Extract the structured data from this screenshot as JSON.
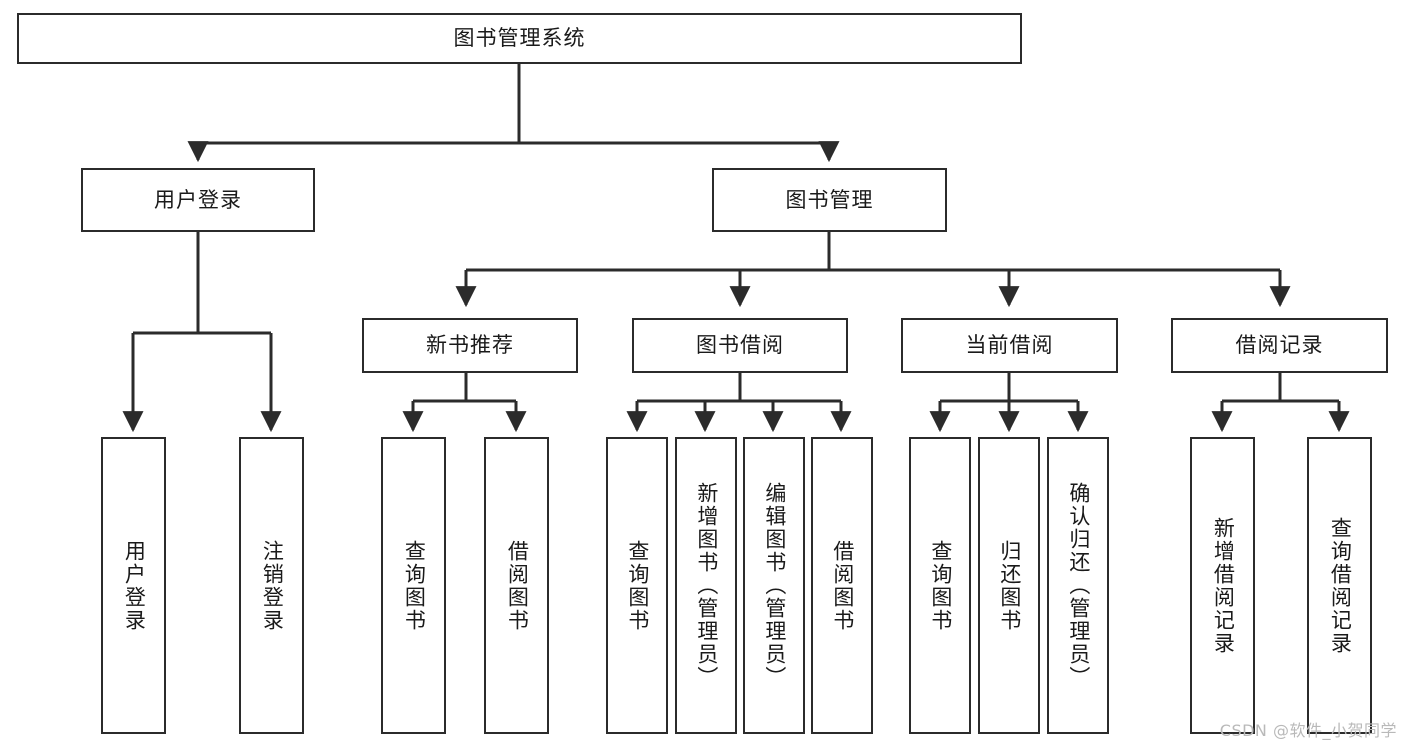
{
  "diagram": {
    "title": "图书管理系统",
    "watermark": "CSDN @软件_小贺同学",
    "colors": {
      "node_border": "#2b2b2b",
      "node_fill": "#ffffff",
      "edge": "#2b2b2b",
      "text": "#1a1a1a",
      "background": "#ffffff",
      "watermark": "#b9b9b9"
    },
    "nodes": {
      "root": {
        "label": "图书管理系统"
      },
      "level2": [
        {
          "id": "user-login",
          "label": "用户登录"
        },
        {
          "id": "book-manage",
          "label": "图书管理"
        }
      ],
      "level3": [
        {
          "id": "new-book-recommend",
          "label": "新书推荐"
        },
        {
          "id": "book-borrow",
          "label": "图书借阅"
        },
        {
          "id": "current-borrow",
          "label": "当前借阅"
        },
        {
          "id": "borrow-record",
          "label": "借阅记录"
        }
      ],
      "leaves": {
        "user-login": [
          {
            "id": "leaf-user-login",
            "label": "用户登录"
          },
          {
            "id": "leaf-logout-login",
            "label": "注销登录"
          }
        ],
        "new-book-recommend": [
          {
            "id": "leaf-query-book-1",
            "label": "查询图书"
          },
          {
            "id": "leaf-borrow-book-1",
            "label": "借阅图书"
          }
        ],
        "book-borrow": [
          {
            "id": "leaf-query-book-2",
            "label": "查询图书"
          },
          {
            "id": "leaf-add-book",
            "label": "新增图书（管理员）"
          },
          {
            "id": "leaf-edit-book",
            "label": "编辑图书（管理员）"
          },
          {
            "id": "leaf-borrow-book-2",
            "label": "借阅图书"
          }
        ],
        "current-borrow": [
          {
            "id": "leaf-query-book-3",
            "label": "查询图书"
          },
          {
            "id": "leaf-return-book",
            "label": "归还图书"
          },
          {
            "id": "leaf-confirm-return",
            "label": "确认归还（管理员）"
          }
        ],
        "borrow-record": [
          {
            "id": "leaf-add-record",
            "label": "新增借阅记录"
          },
          {
            "id": "leaf-query-record",
            "label": "查询借阅记录"
          }
        ]
      }
    }
  }
}
